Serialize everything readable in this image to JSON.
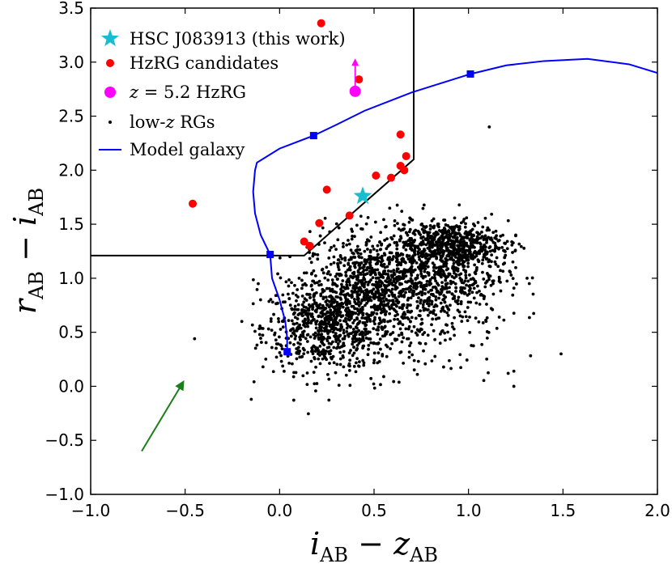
{
  "chart_data": {
    "type": "scatter",
    "xlim": [
      -1.0,
      2.0
    ],
    "ylim": [
      -1.0,
      3.5
    ],
    "x_ticks": [
      "−1.0",
      "−0.5",
      "0.0",
      "0.5",
      "1.0",
      "1.5",
      "2.0"
    ],
    "y_ticks": [
      "−1.0",
      "−0.5",
      "0.0",
      "0.5",
      "1.0",
      "1.5",
      "2.0",
      "2.5",
      "3.0",
      "3.5"
    ],
    "xlabel": {
      "main": "i",
      "sub1": "AB",
      "sep": " − ",
      "main2": "z",
      "sub2": "AB"
    },
    "ylabel": {
      "main": "r",
      "sub1": "AB",
      "sep": " − ",
      "main2": "i",
      "sub2": "AB"
    },
    "grid": false,
    "legend_position": "top-left",
    "legend": [
      {
        "label": "HSC J083913 (this work)",
        "marker": "star",
        "color": "#17becf"
      },
      {
        "label": "HzRG candidates",
        "marker": "circle",
        "color": "#ff0000"
      },
      {
        "label_math": "z",
        "label": " = 5.2 HzRG",
        "marker": "circle",
        "color": "#ff00ff"
      },
      {
        "label_math": "z",
        "label_prefix": "low-",
        "label": " RGs",
        "marker": "dot",
        "color": "#000000"
      },
      {
        "label": "Model galaxy",
        "marker": "line",
        "color": "#0000ff"
      }
    ],
    "series": [
      {
        "name": "HSC J083913 (this work)",
        "color": "#17becf",
        "points": [
          [
            0.44,
            1.76
          ]
        ]
      },
      {
        "name": "HzRG candidates",
        "color": "#ff0000",
        "points": [
          [
            0.22,
            3.36
          ],
          [
            0.42,
            2.84
          ],
          [
            -0.46,
            1.69
          ],
          [
            0.25,
            1.82
          ],
          [
            0.21,
            1.51
          ],
          [
            0.13,
            1.34
          ],
          [
            0.16,
            1.3
          ],
          [
            0.37,
            1.58
          ],
          [
            0.51,
            1.95
          ],
          [
            0.59,
            1.93
          ],
          [
            0.64,
            2.04
          ],
          [
            0.66,
            2.0
          ],
          [
            0.67,
            2.13
          ],
          [
            0.64,
            2.33
          ]
        ]
      },
      {
        "name": "z = 5.2 HzRG",
        "color": "#ff00ff",
        "points": [
          [
            0.4,
            2.73
          ]
        ],
        "arrow_to": [
          0.4,
          3.02
        ]
      },
      {
        "name": "low-z RGs",
        "color": "#000000",
        "cloud_components": [
          {
            "center": [
              0.25,
              0.55
            ],
            "sd": [
              0.17,
              0.2
            ],
            "count": 650
          },
          {
            "center": [
              0.5,
              0.95
            ],
            "sd": [
              0.17,
              0.23
            ],
            "count": 700
          },
          {
            "center": [
              0.85,
              1.05
            ],
            "sd": [
              0.18,
              0.24
            ],
            "count": 550
          },
          {
            "center": [
              0.9,
              1.32
            ],
            "sd": [
              0.14,
              0.1
            ],
            "count": 500
          },
          {
            "center": [
              0.6,
              0.7
            ],
            "sd": [
              0.3,
              0.35
            ],
            "count": 300
          }
        ],
        "outliers": [
          [
            -0.45,
            0.44
          ],
          [
            1.11,
            2.4
          ],
          [
            1.49,
            0.3
          ],
          [
            1.24,
            0.14
          ],
          [
            1.24,
            0.0
          ],
          [
            1.31,
            1.0
          ],
          [
            1.21,
            0.12
          ],
          [
            -0.15,
            -0.12
          ],
          [
            -0.2,
            0.6
          ],
          [
            1.25,
            1.4
          ]
        ]
      },
      {
        "name": "Model galaxy",
        "color": "#0000ff",
        "curve": [
          [
            0.04,
            0.32
          ],
          [
            0.04,
            0.45
          ],
          [
            0.03,
            0.6
          ],
          [
            0.0,
            0.8
          ],
          [
            -0.04,
            1.0
          ],
          [
            -0.05,
            1.22
          ],
          [
            -0.1,
            1.4
          ],
          [
            -0.13,
            1.6
          ],
          [
            -0.14,
            1.8
          ],
          [
            -0.13,
            2.0
          ],
          [
            -0.12,
            2.07
          ],
          [
            0.0,
            2.2
          ],
          [
            0.18,
            2.32
          ],
          [
            0.3,
            2.42
          ],
          [
            0.45,
            2.55
          ],
          [
            0.7,
            2.72
          ],
          [
            1.01,
            2.89
          ],
          [
            1.2,
            2.97
          ],
          [
            1.4,
            3.01
          ],
          [
            1.63,
            3.03
          ],
          [
            1.85,
            2.98
          ],
          [
            2.0,
            2.9
          ]
        ],
        "markers": [
          [
            0.04,
            0.32
          ],
          [
            -0.05,
            1.22
          ],
          [
            0.18,
            2.32
          ],
          [
            1.01,
            2.89
          ]
        ]
      }
    ],
    "selection_boundary": [
      [
        -1.0,
        1.21
      ],
      [
        0.13,
        1.21
      ],
      [
        0.71,
        2.1
      ],
      [
        0.71,
        3.5
      ]
    ],
    "reddening_arrow": {
      "from": [
        -0.73,
        -0.6
      ],
      "to": [
        -0.51,
        0.04
      ],
      "color": "#1a7f1a"
    }
  }
}
